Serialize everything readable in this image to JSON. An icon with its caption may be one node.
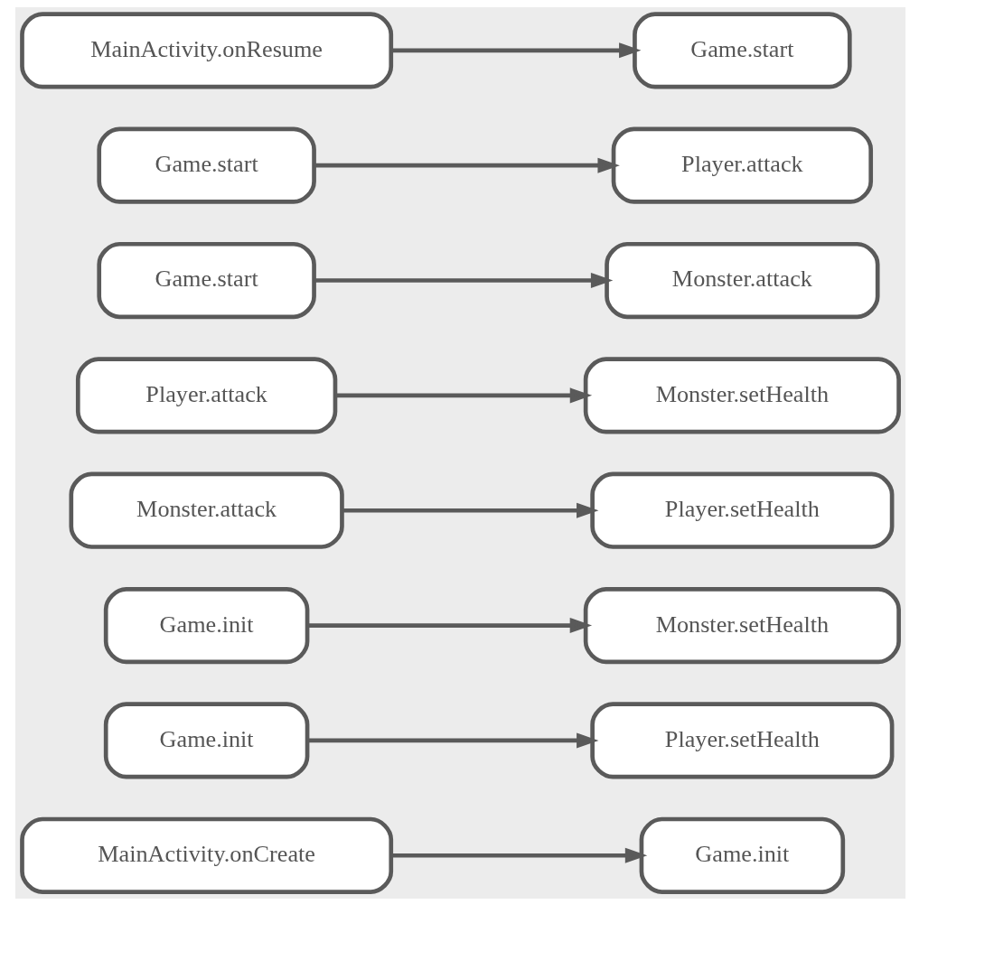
{
  "diagram": {
    "nodes": [
      {
        "text": [
          "MainActivity.onCreate"
        ]
      },
      {
        "text": [
          "Game.init"
        ]
      },
      {
        "text": [
          "Game.init"
        ]
      },
      {
        "text": [
          "Player.setHealth"
        ]
      },
      {
        "text": [
          "Game.init"
        ]
      },
      {
        "text": [
          "Monster.setHealth"
        ]
      },
      {
        "text": [
          "Monster.attack"
        ]
      },
      {
        "text": [
          "Player.setHealth"
        ]
      },
      {
        "text": [
          "Player.attack"
        ]
      },
      {
        "text": [
          "Monster.setHealth"
        ]
      },
      {
        "text": [
          "Game.start"
        ]
      },
      {
        "text": [
          "Monster.attack"
        ]
      },
      {
        "text": [
          "Game.start"
        ]
      },
      {
        "text": [
          "Player.attack"
        ]
      },
      {
        "text": [
          "MainActivity.onResume"
        ]
      },
      {
        "text": [
          "Game.start"
        ]
      }
    ],
    "edges": [
      {
        "from": 0,
        "to": 1,
        "arrow": "to"
      },
      {
        "from": 2,
        "to": 3,
        "arrow": "to"
      },
      {
        "from": 4,
        "to": 5,
        "arrow": "to"
      },
      {
        "from": 6,
        "to": 7,
        "arrow": "to"
      },
      {
        "from": 8,
        "to": 9,
        "arrow": "to"
      },
      {
        "from": 10,
        "to": 11,
        "arrow": "to"
      },
      {
        "from": 12,
        "to": 13,
        "arrow": "to"
      },
      {
        "from": 14,
        "to": 15,
        "arrow": "to"
      }
    ]
  }
}
